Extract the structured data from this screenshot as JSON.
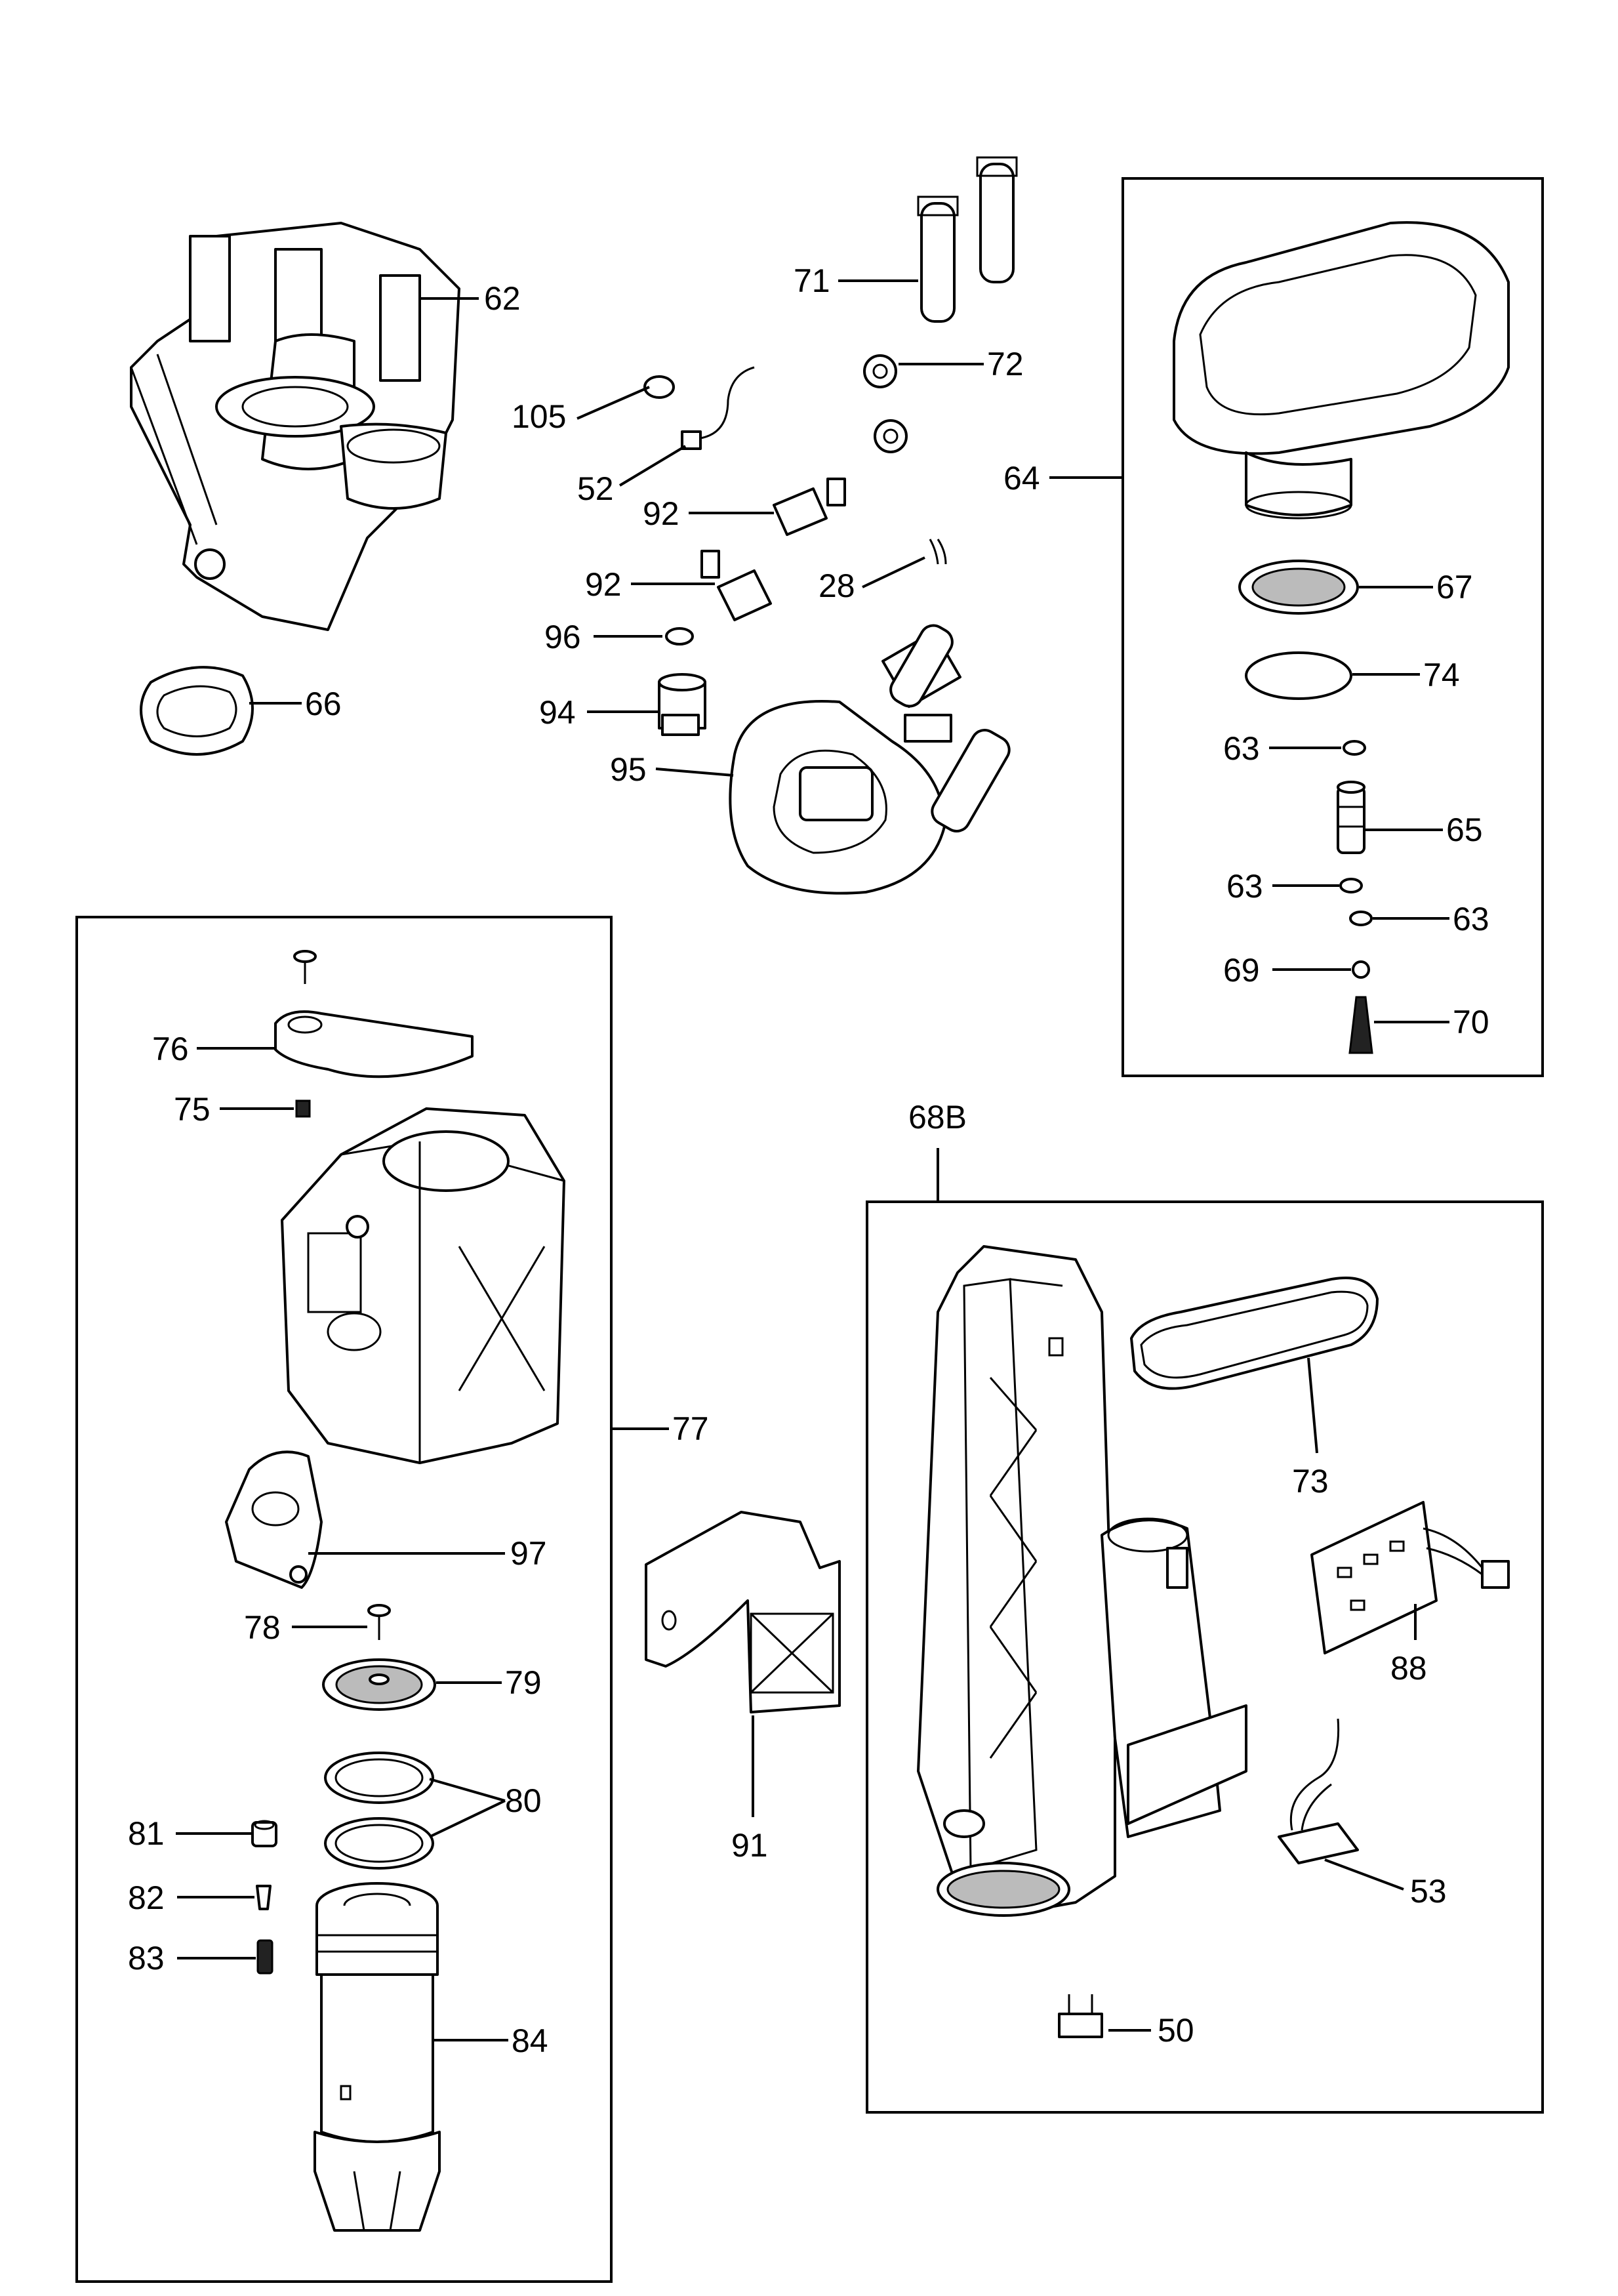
{
  "callouts": {
    "c62": "62",
    "c105": "105",
    "c66": "66",
    "c71": "71",
    "c72": "72",
    "c52": "52",
    "c92a": "92",
    "c92b": "92",
    "c28": "28",
    "c96": "96",
    "c94": "94",
    "c95": "95",
    "c64": "64",
    "c67": "67",
    "c74": "74",
    "c63a": "63",
    "c65": "65",
    "c63b": "63",
    "c63c": "63",
    "c69": "69",
    "c70": "70",
    "c76": "76",
    "c75": "75",
    "c77": "77",
    "c97": "97",
    "c78": "78",
    "c79": "79",
    "c80": "80",
    "c81": "81",
    "c82": "82",
    "c83": "83",
    "c84": "84",
    "c68B": "68B",
    "c73": "73",
    "c88": "88",
    "c91": "91",
    "c53": "53",
    "c50": "50"
  }
}
